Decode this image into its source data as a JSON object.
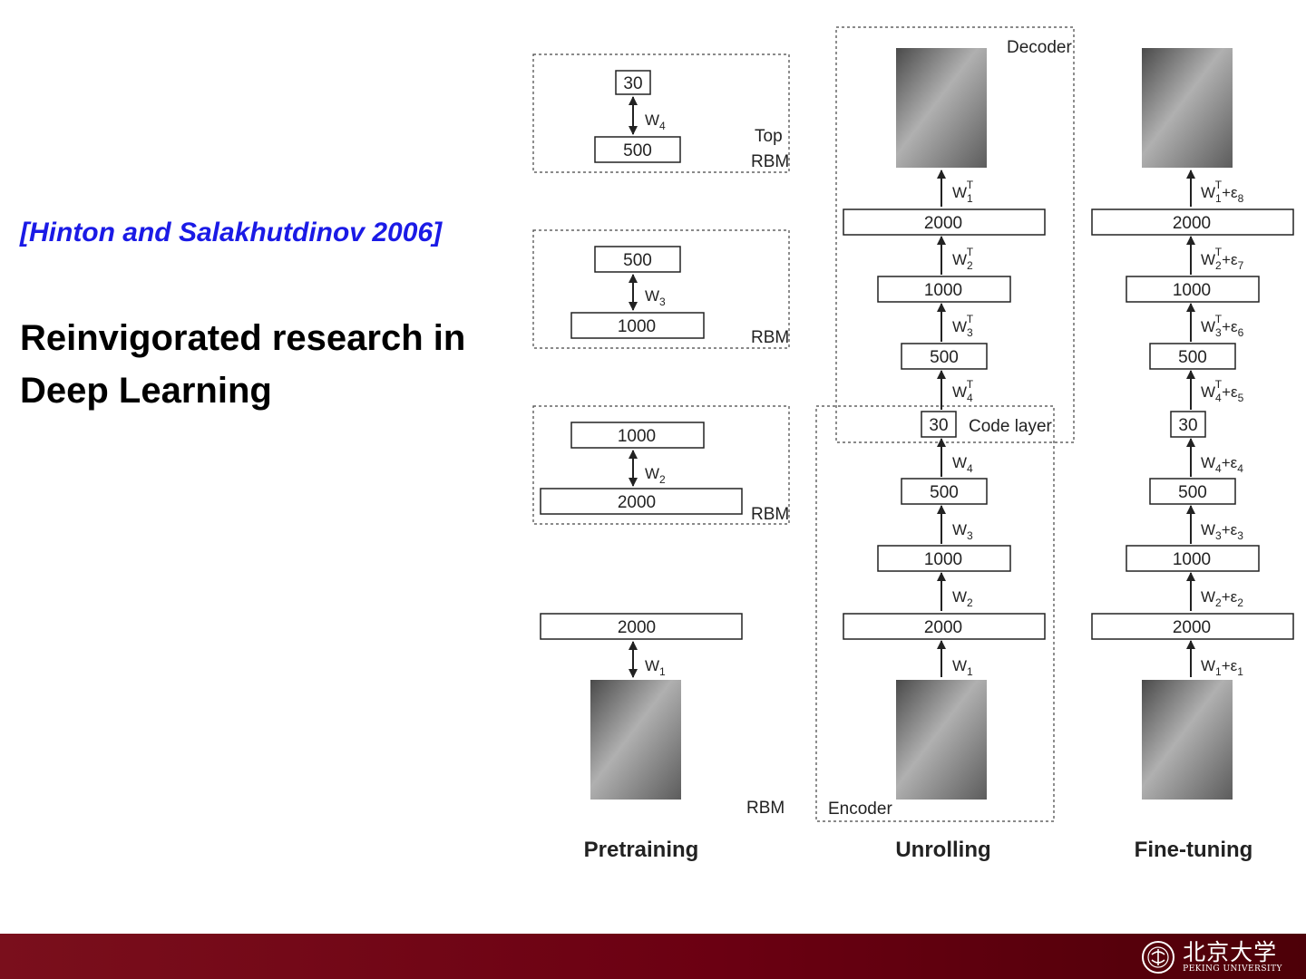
{
  "slide": {
    "citation": "[Hinton and Salakhutdinov 2006]",
    "headline_line1": "Reinvigorated research in",
    "headline_line2": "Deep Learning"
  },
  "diagram": {
    "sections": {
      "pretraining": "Pretraining",
      "unrolling": "Unrolling",
      "finetuning": "Fine-tuning"
    },
    "labels": {
      "top": "Top",
      "rbm": "RBM",
      "decoder": "Decoder",
      "encoder": "Encoder",
      "code_layer": "Code layer"
    },
    "layer_sizes": {
      "l2000": "2000",
      "l1000": "1000",
      "l500": "500",
      "l30": "30"
    }
  },
  "footer": {
    "logo_cn": "北京大学",
    "logo_en": "PEKING UNIVERSITY"
  },
  "colors": {
    "citation": "#1a1ae6",
    "footer": "#6b0012"
  }
}
